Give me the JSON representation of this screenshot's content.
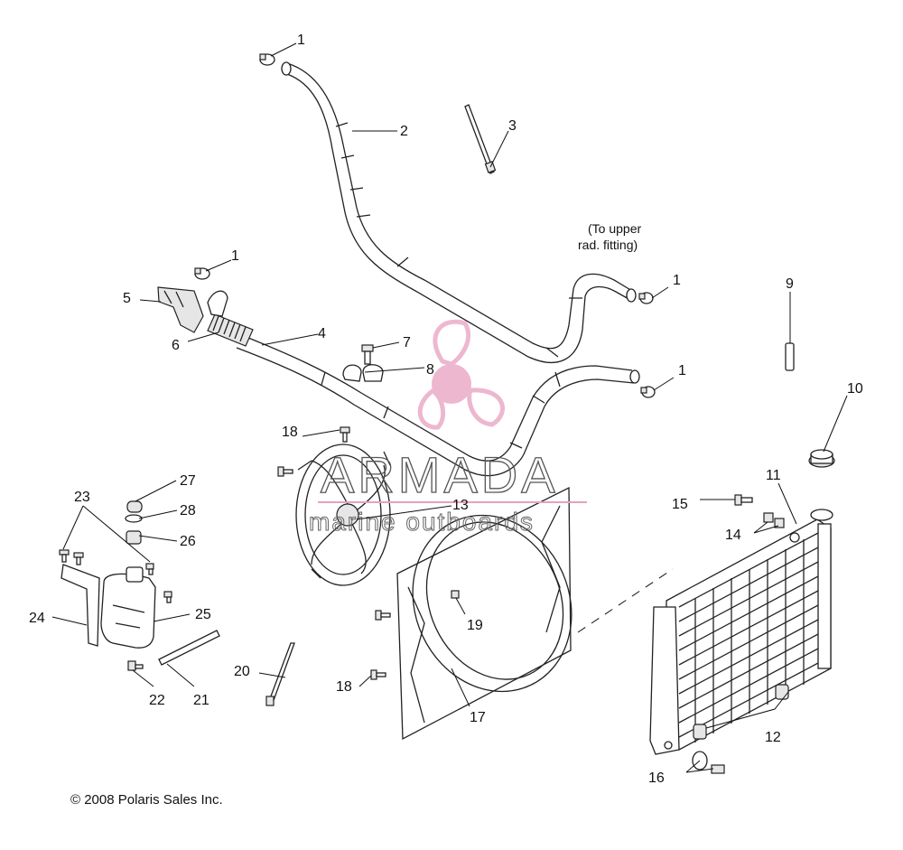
{
  "diagram": {
    "callouts": [
      "1",
      "2",
      "3",
      "1",
      "4",
      "5",
      "6",
      "7",
      "8",
      "1",
      "9",
      "10",
      "11",
      "1",
      "12",
      "13",
      "14",
      "15",
      "16",
      "17",
      "18",
      "18",
      "19",
      "20",
      "21",
      "22",
      "23",
      "24",
      "25",
      "26",
      "27",
      "28"
    ],
    "notes": {
      "upper_fitting_line1": "(To upper",
      "upper_fitting_line2": "rad. fitting)"
    },
    "copyright": "© 2008 Polaris Sales Inc.",
    "watermark": {
      "brand": "ARMADA",
      "tagline": "marine outboards",
      "logo_color": "#e8a0c0"
    }
  }
}
